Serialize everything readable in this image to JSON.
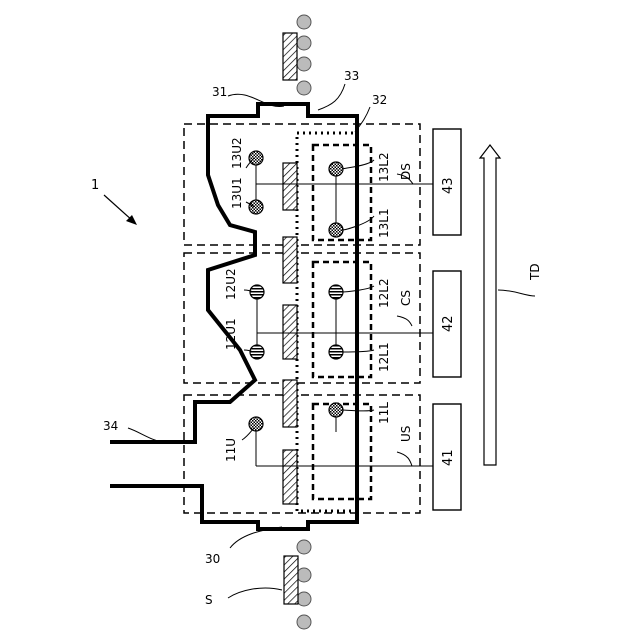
{
  "figure_ref": "1",
  "labels": {
    "s": "S",
    "n30": "30",
    "n31": "31",
    "n32": "32",
    "n33": "33",
    "n34": "34",
    "td": "TD",
    "ds": "DS",
    "cs": "CS",
    "us": "US",
    "u13u2": "13U2",
    "u13u1": "13U1",
    "u12u2": "12U2",
    "u12u1": "12U1",
    "u11u": "11U",
    "l13l2": "13L2",
    "l13l1": "13L1",
    "l12l2": "12L2",
    "l12l1": "12L1",
    "l11l": "11L",
    "b41": "41",
    "b42": "42",
    "b43": "43"
  }
}
